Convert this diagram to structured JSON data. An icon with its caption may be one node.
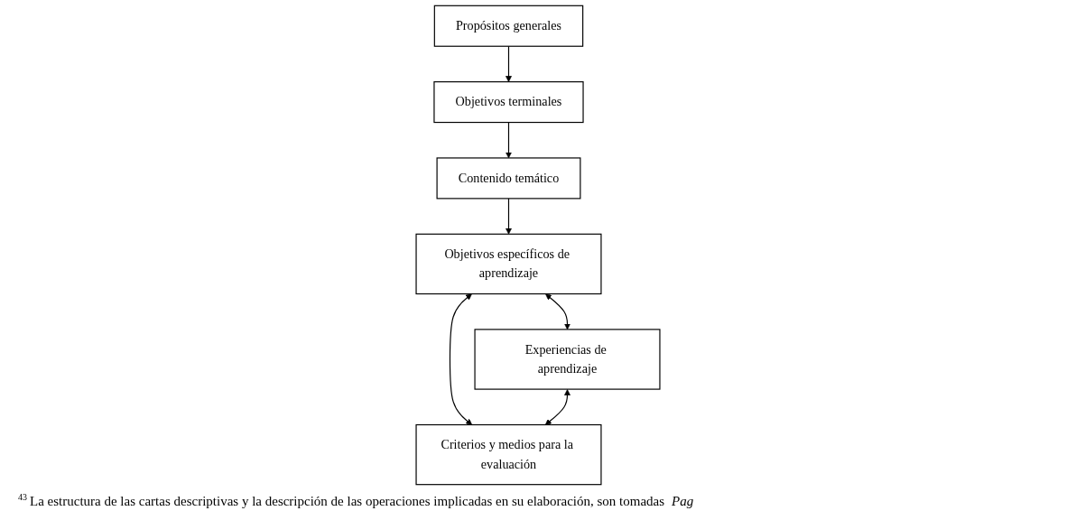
{
  "diagram": {
    "nodes": [
      {
        "text": [
          "Propósitos generales"
        ]
      },
      {
        "text": [
          "Objetivos terminales"
        ]
      },
      {
        "text": [
          "Contenido temático"
        ]
      },
      {
        "text": [
          "Objetivos específicos de aprendizaje"
        ]
      },
      {
        "text": [
          "Experiencias de aprendizaje"
        ]
      },
      {
        "text": [
          "Criterios y medios para la evaluación"
        ]
      }
    ],
    "edges": [
      {
        "from": 0,
        "to": 1,
        "arrow": "to"
      },
      {
        "from": 1,
        "to": 2,
        "arrow": "to"
      },
      {
        "from": 2,
        "to": 3,
        "arrow": "to"
      },
      {
        "from": 3,
        "to": 4,
        "arrow": "both"
      },
      {
        "from": 3,
        "to": 5,
        "arrow": "both"
      },
      {
        "from": 4,
        "to": 5,
        "arrow": "both"
      }
    ],
    "labels": [
      "43",
      "La estructura de las cartas descriptivas y la descripción de las operaciones implicadas en su elaboración, son tomadas",
      "Pag"
    ]
  }
}
